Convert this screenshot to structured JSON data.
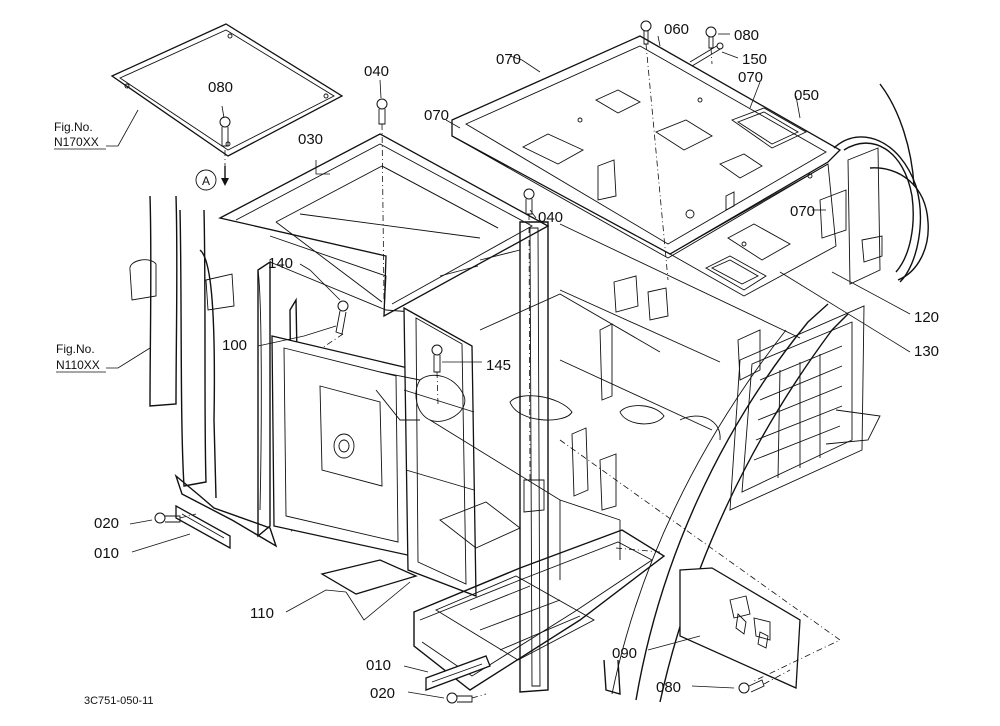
{
  "diagram": {
    "part_labels": [
      {
        "id": "p040a",
        "text": "040"
      },
      {
        "id": "p060",
        "text": "060"
      },
      {
        "id": "p080a",
        "text": "080"
      },
      {
        "id": "p070a",
        "text": "070"
      },
      {
        "id": "p150",
        "text": "150"
      },
      {
        "id": "p080b",
        "text": "080"
      },
      {
        "id": "p070b",
        "text": "070"
      },
      {
        "id": "p050",
        "text": "050"
      },
      {
        "id": "p030",
        "text": "030"
      },
      {
        "id": "p070c",
        "text": "070"
      },
      {
        "id": "p040b",
        "text": "040"
      },
      {
        "id": "p070d",
        "text": "070"
      },
      {
        "id": "p140",
        "text": "140"
      },
      {
        "id": "p120",
        "text": "120"
      },
      {
        "id": "p100",
        "text": "100"
      },
      {
        "id": "p145",
        "text": "145"
      },
      {
        "id": "p130",
        "text": "130"
      },
      {
        "id": "p020a",
        "text": "020"
      },
      {
        "id": "p010a",
        "text": "010"
      },
      {
        "id": "p110",
        "text": "110"
      },
      {
        "id": "p090",
        "text": "090"
      },
      {
        "id": "p010b",
        "text": "010"
      },
      {
        "id": "p080c",
        "text": "080"
      },
      {
        "id": "p020b",
        "text": "020"
      }
    ],
    "figure_refs": [
      {
        "line1": "Fig.No.",
        "line2": "N170XX"
      },
      {
        "line1": "Fig.No.",
        "line2": "N110XX"
      }
    ],
    "view_marker": "A",
    "drawing_code": "3C751-050-11"
  }
}
